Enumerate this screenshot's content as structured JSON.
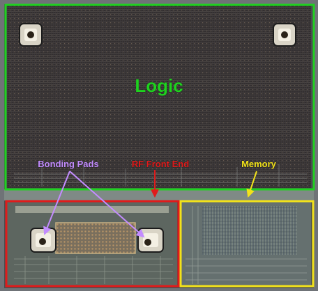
{
  "labels": {
    "logic": "Logic",
    "bonding_pads": "Bonding Pads",
    "rf_front_end": "RF Front End",
    "memory": "Memory"
  },
  "colors": {
    "logic": "#1fd11f",
    "bonding_pads": "#c38cff",
    "rf_front_end": "#e01b1b",
    "memory": "#f2e21a",
    "die_background": "#3a3a3a",
    "die_edge": "#8a8c8e"
  }
}
